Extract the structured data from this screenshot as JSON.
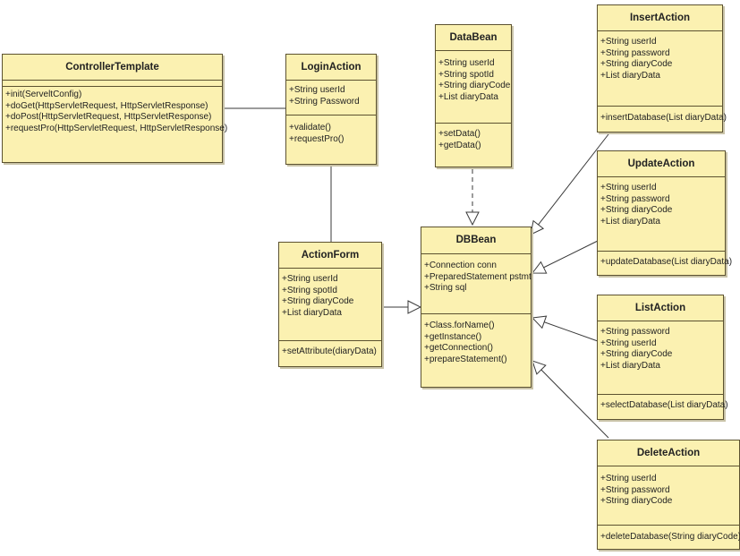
{
  "classes": {
    "controller_template": {
      "name": "ControllerTemplate",
      "attributes": [],
      "operations": [
        "+init(ServeltConfig)",
        "+doGet(HttpServletRequest, HttpServletResponse)",
        "+doPost(HttpServletRequest, HttpServletResponse)",
        "+requestPro(HttpServletRequest, HttpServletResponse)"
      ]
    },
    "login_action": {
      "name": "LoginAction",
      "attributes": [
        "+String userId",
        "+String Password"
      ],
      "operations": [
        "+validate()",
        "+requestPro()"
      ]
    },
    "data_bean": {
      "name": "DataBean",
      "attributes": [
        "+String userId",
        "+String spotId",
        "+String diaryCode",
        "+List diaryData"
      ],
      "operations": [
        "+setData()",
        "+getData()"
      ]
    },
    "insert_action": {
      "name": "InsertAction",
      "attributes": [
        "+String userId",
        "+String password",
        "+String diaryCode",
        "+List diaryData"
      ],
      "operations": [
        "+insertDatabase(List diaryData)"
      ]
    },
    "update_action": {
      "name": "UpdateAction",
      "attributes": [
        "+String userId",
        "+String password",
        "+String diaryCode",
        "+List diaryData"
      ],
      "operations": [
        "+updateDatabase(List diaryData)"
      ]
    },
    "action_form": {
      "name": "ActionForm",
      "attributes": [
        "+String userId",
        "+String spotId",
        "+String diaryCode",
        "+List diaryData"
      ],
      "operations": [
        "+setAttribute(diaryData)"
      ]
    },
    "db_bean": {
      "name": "DBBean",
      "attributes": [
        "+Connection conn",
        "+PreparedStatement pstmt",
        "+String sql"
      ],
      "operations": [
        "+Class.forName()",
        "+getInstance()",
        "+getConnection()",
        "+prepareStatement()"
      ]
    },
    "list_action": {
      "name": "ListAction",
      "attributes": [
        "+String password",
        "+String userId",
        "+String diaryCode",
        "+List diaryData"
      ],
      "operations": [
        "+selectDatabase(List diaryData)"
      ]
    },
    "delete_action": {
      "name": "DeleteAction",
      "attributes": [
        "+String userId",
        "+String password",
        "+String diaryCode"
      ],
      "operations": [
        "+deleteDatabase(String diaryCode)"
      ]
    }
  },
  "relations": [
    {
      "from": "ControllerTemplate",
      "to": "LoginAction",
      "type": "association"
    },
    {
      "from": "LoginAction",
      "to": "ActionForm",
      "type": "association"
    },
    {
      "from": "DataBean",
      "to": "DBBean",
      "type": "dependency"
    },
    {
      "from": "ActionForm",
      "to": "DBBean",
      "type": "generalization"
    },
    {
      "from": "InsertAction",
      "to": "DBBean",
      "type": "generalization"
    },
    {
      "from": "UpdateAction",
      "to": "DBBean",
      "type": "generalization"
    },
    {
      "from": "ListAction",
      "to": "DBBean",
      "type": "generalization"
    },
    {
      "from": "DeleteAction",
      "to": "DBBean",
      "type": "generalization"
    }
  ]
}
